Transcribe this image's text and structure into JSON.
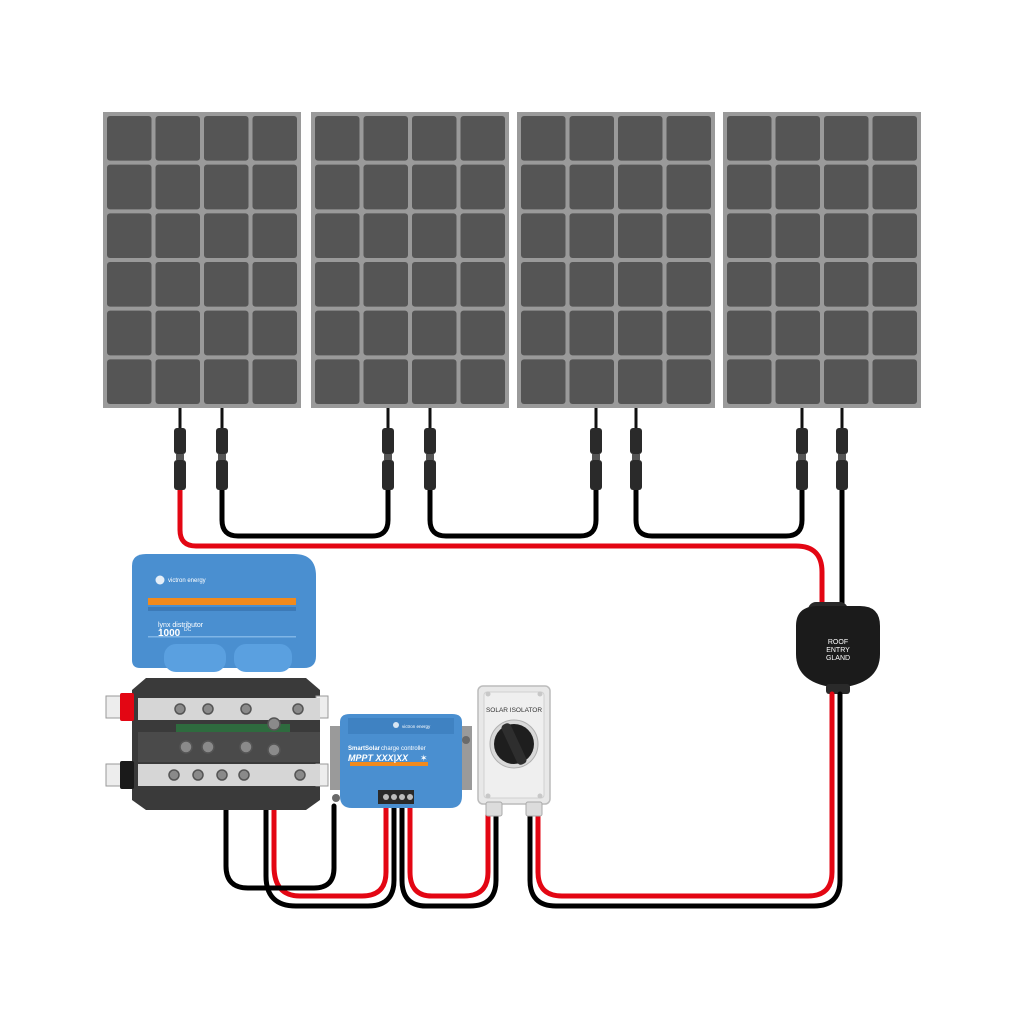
{
  "colors": {
    "background": "#ffffff",
    "panel_frame": "#9a9a9a",
    "panel_cell": "#555555",
    "wire_positive": "#e30613",
    "wire_negative": "#1a1a1a",
    "victron_blue": "#4a8fd0",
    "victron_orange": "#f18a1d",
    "gland_body": "#1b1b1b",
    "isolator_body": "#e8e8e8"
  },
  "panels": {
    "count": 4,
    "rows": 6,
    "cols": 4
  },
  "lynx": {
    "brand": "victron energy",
    "name": "lynx distributor",
    "rating": "1000",
    "rating_unit": "DC"
  },
  "charger": {
    "brand": "victron energy",
    "name_bold": "SmartSolar",
    "name_light": "charge controller",
    "model": "MPPT XXX|XX",
    "bluetooth_icon": "bluetooth-icon"
  },
  "isolator": {
    "label": "SOLAR ISOLATOR"
  },
  "gland": {
    "line1": "ROOF",
    "line2": "ENTRY",
    "line3": "GLAND"
  }
}
